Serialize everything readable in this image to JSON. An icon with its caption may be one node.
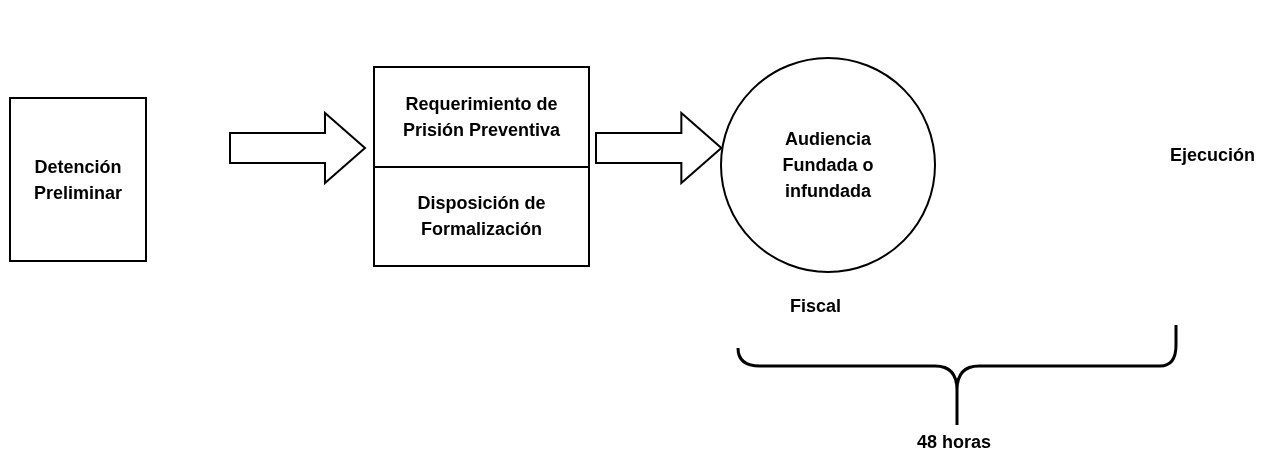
{
  "diagram": {
    "nodes": [
      {
        "text": [
          "Detención Preliminar"
        ]
      },
      {
        "text": [
          "Requerimiento de Prisión Preventiva",
          "Disposición de Formalización"
        ]
      },
      {
        "text": [
          "Audiencia Fundada o infundada"
        ]
      }
    ],
    "edges": [
      {
        "from": 0,
        "to": 1,
        "arrow": "to"
      },
      {
        "from": 1,
        "to": 2,
        "arrow": "to"
      }
    ],
    "labels": [
      "Ejecución",
      "Fiscal",
      "48 horas"
    ]
  }
}
